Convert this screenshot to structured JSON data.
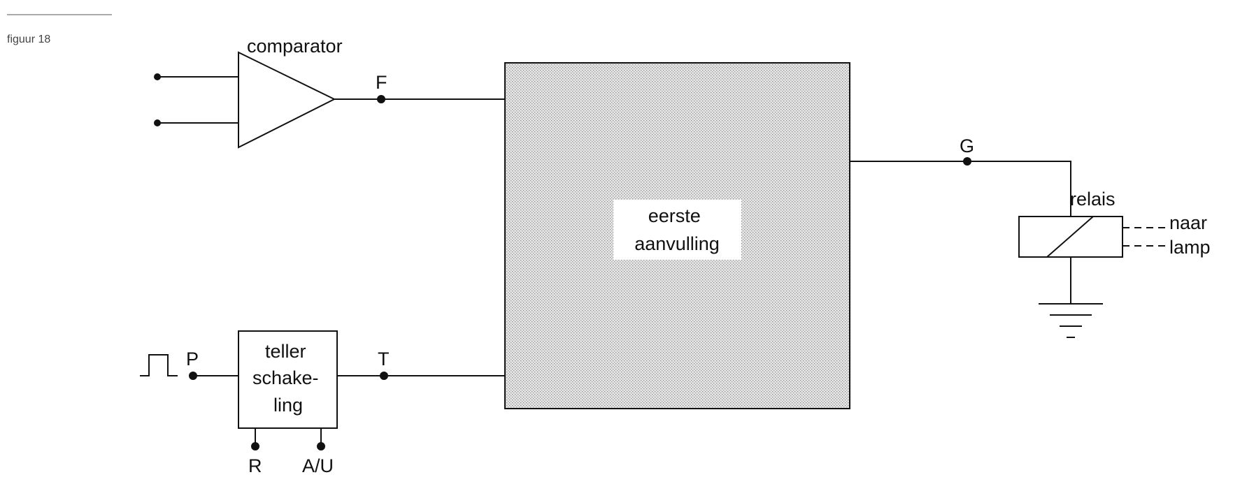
{
  "figure_label": "figuur 18",
  "labels": {
    "comparator": "comparator",
    "F": "F",
    "G": "G",
    "P": "P",
    "T": "T",
    "R": "R",
    "AU": "A/U",
    "relais": "relais",
    "naar": "naar",
    "lamp": "lamp"
  },
  "counter_lines": [
    "teller",
    "schake-",
    "ling"
  ],
  "block_lines": [
    "eerste",
    "aanvulling"
  ],
  "icons": [
    "pulse-icon",
    "ground-icon",
    "relay-coil-icon"
  ],
  "colors": {
    "line": "#111111",
    "block_fill": "#d6d6d6",
    "caption": "#444444"
  }
}
